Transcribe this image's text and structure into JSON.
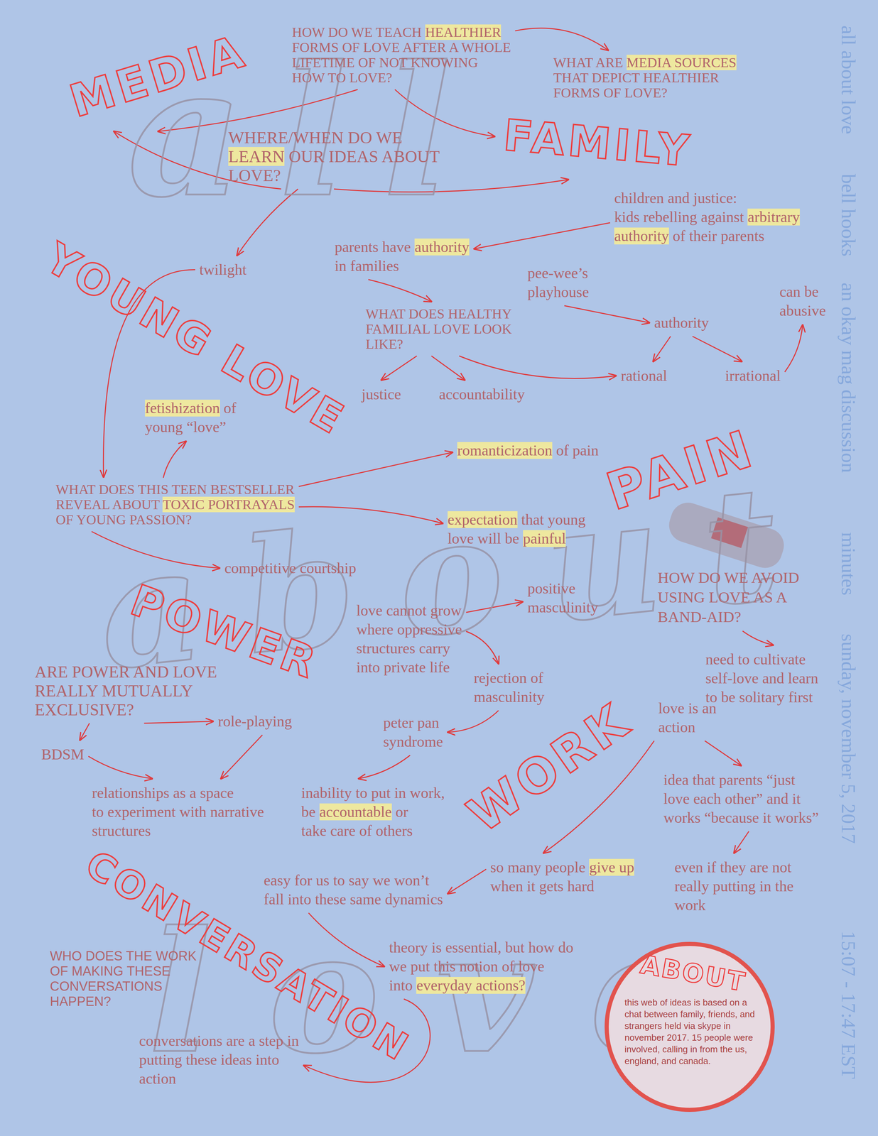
{
  "diagram": {
    "nodes": [
      {
        "text": [
          "MEDIA"
        ]
      },
      {
        "text": [
          "HOW DO WE TEACH HEALTHIER FORMS OF LOVE AFTER A WHOLE LIFETIME OF NOT KNOWING HOW TO LOVE?"
        ]
      },
      {
        "text": [
          "WHAT ARE MEDIA SOURCES THAT DEPICT HEALTHIER FORMS OF LOVE?"
        ]
      },
      {
        "text": [
          "FAMILY"
        ]
      },
      {
        "text": [
          "WHERE/WHEN DO WE LEARN OUR IDEAS ABOUT LOVE?"
        ]
      },
      {
        "text": [
          "children and justice: kids rebelling against arbitrary authority of their parents"
        ]
      },
      {
        "text": [
          "parents have authority in families"
        ]
      },
      {
        "text": [
          "YOUNG LOVE"
        ]
      },
      {
        "text": [
          "twilight"
        ]
      },
      {
        "text": [
          "pee-wee’s playhouse"
        ]
      },
      {
        "text": [
          "can be abusive"
        ]
      },
      {
        "text": [
          "WHAT DOES HEALTHY FAMILIAL LOVE LOOK LIKE?"
        ]
      },
      {
        "text": [
          "authority"
        ]
      },
      {
        "text": [
          "rational"
        ]
      },
      {
        "text": [
          "irrational"
        ]
      },
      {
        "text": [
          "justice"
        ]
      },
      {
        "text": [
          "accountability"
        ]
      },
      {
        "text": [
          "fetishization of young “love”"
        ]
      },
      {
        "text": [
          "romanticization of pain"
        ]
      },
      {
        "text": [
          "PAIN"
        ]
      },
      {
        "text": [
          "WHAT DOES THIS TEEN BESTSELLER REVEAL ABOUT TOXIC PORTRAYALS OF YOUNG PASSION?"
        ]
      },
      {
        "text": [
          "expectation that young love will be painful"
        ]
      },
      {
        "text": [
          "competitive courtship"
        ]
      },
      {
        "text": [
          "HOW DO WE AVOID USING LOVE AS A BAND-AID?"
        ]
      },
      {
        "text": [
          "positive masculinity"
        ]
      },
      {
        "text": [
          "love cannot grow where oppressive structures carry into private life"
        ]
      },
      {
        "text": [
          "POWER"
        ]
      },
      {
        "text": [
          "need to cultivate self-love and learn to be solitary first"
        ]
      },
      {
        "text": [
          "ARE POWER AND LOVE REALLY MUTUALLY EXCLUSIVE?"
        ]
      },
      {
        "text": [
          "rejection of masculinity"
        ]
      },
      {
        "text": [
          "love is an action"
        ]
      },
      {
        "text": [
          "role-playing"
        ]
      },
      {
        "text": [
          "peter pan syndrome"
        ]
      },
      {
        "text": [
          "WORK"
        ]
      },
      {
        "text": [
          "BDSM"
        ]
      },
      {
        "text": [
          "idea that parents “just love each other” and it works “because it works”"
        ]
      },
      {
        "text": [
          "relationships as a space to experiment with narrative structures"
        ]
      },
      {
        "text": [
          "inability to put in work, be accountable or take care of others"
        ]
      },
      {
        "text": [
          "CONVERSATION"
        ]
      },
      {
        "text": [
          "so many people give up when it gets hard"
        ]
      },
      {
        "text": [
          "even if they are not really putting in the work"
        ]
      },
      {
        "text": [
          "easy for us to say we won’t fall into these same dynamics"
        ]
      },
      {
        "text": [
          "theory is essential, but how do we put this notion of love into everyday actions?"
        ]
      },
      {
        "text": [
          "WHO DOES THE WORK OF MAKING THESE CONVERSATIONS HAPPEN?"
        ]
      },
      {
        "text": [
          "ABOUT",
          "this web of ideas is based on a chat between family, friends, and strangers held via skype in november 2017. 15 people were involved, calling in from the us, england, and canada."
        ]
      },
      {
        "text": [
          "conversations are a step in putting these ideas into action"
        ]
      }
    ],
    "edges": [
      {
        "from": 1,
        "to": 2,
        "arrow": "to"
      },
      {
        "from": 1,
        "to": 0,
        "arrow": "to"
      },
      {
        "from": 1,
        "to": 3,
        "arrow": "to"
      },
      {
        "from": 4,
        "to": 0,
        "arrow": "to"
      },
      {
        "from": 4,
        "to": 3,
        "arrow": "to"
      },
      {
        "from": 4,
        "to": 8,
        "arrow": "to"
      },
      {
        "from": 8,
        "to": 20,
        "arrow": "to"
      },
      {
        "from": 5,
        "to": 6,
        "arrow": "to"
      },
      {
        "from": 6,
        "to": 11,
        "arrow": "to"
      },
      {
        "from": 9,
        "to": 12,
        "arrow": "to"
      },
      {
        "from": 11,
        "to": 15,
        "arrow": "to"
      },
      {
        "from": 11,
        "to": 16,
        "arrow": "to"
      },
      {
        "from": 11,
        "to": 13,
        "arrow": "to"
      },
      {
        "from": 12,
        "to": 13,
        "arrow": "to"
      },
      {
        "from": 12,
        "to": 14,
        "arrow": "to"
      },
      {
        "from": 14,
        "to": 10,
        "arrow": "to"
      },
      {
        "from": 20,
        "to": 17,
        "arrow": "to"
      },
      {
        "from": 20,
        "to": 18,
        "arrow": "to"
      },
      {
        "from": 20,
        "to": 21,
        "arrow": "to"
      },
      {
        "from": 20,
        "to": 22,
        "arrow": "to"
      },
      {
        "from": 25,
        "to": 24,
        "arrow": "to"
      },
      {
        "from": 25,
        "to": 29,
        "arrow": "to"
      },
      {
        "from": 29,
        "to": 32,
        "arrow": "to"
      },
      {
        "from": 32,
        "to": 37,
        "arrow": "to"
      },
      {
        "from": 23,
        "to": 27,
        "arrow": "to"
      },
      {
        "from": 28,
        "to": 31,
        "arrow": "to"
      },
      {
        "from": 28,
        "to": 34,
        "arrow": "to"
      },
      {
        "from": 34,
        "to": 36,
        "arrow": "to"
      },
      {
        "from": 31,
        "to": 36,
        "arrow": "to"
      },
      {
        "from": 30,
        "to": 35,
        "arrow": "to"
      },
      {
        "from": 35,
        "to": 40,
        "arrow": "to"
      },
      {
        "from": 30,
        "to": 39,
        "arrow": "to"
      },
      {
        "from": 39,
        "to": 41,
        "arrow": "to"
      },
      {
        "from": 41,
        "to": 42,
        "arrow": "to"
      },
      {
        "from": 42,
        "to": 45,
        "arrow": "to"
      }
    ],
    "labels": [
      "all",
      "about",
      "love",
      "all about love",
      "bell hooks",
      "an okay mag discussion",
      "minutes",
      "sunday, november 5, 2017",
      "15:07 - 17:47 EST"
    ]
  }
}
